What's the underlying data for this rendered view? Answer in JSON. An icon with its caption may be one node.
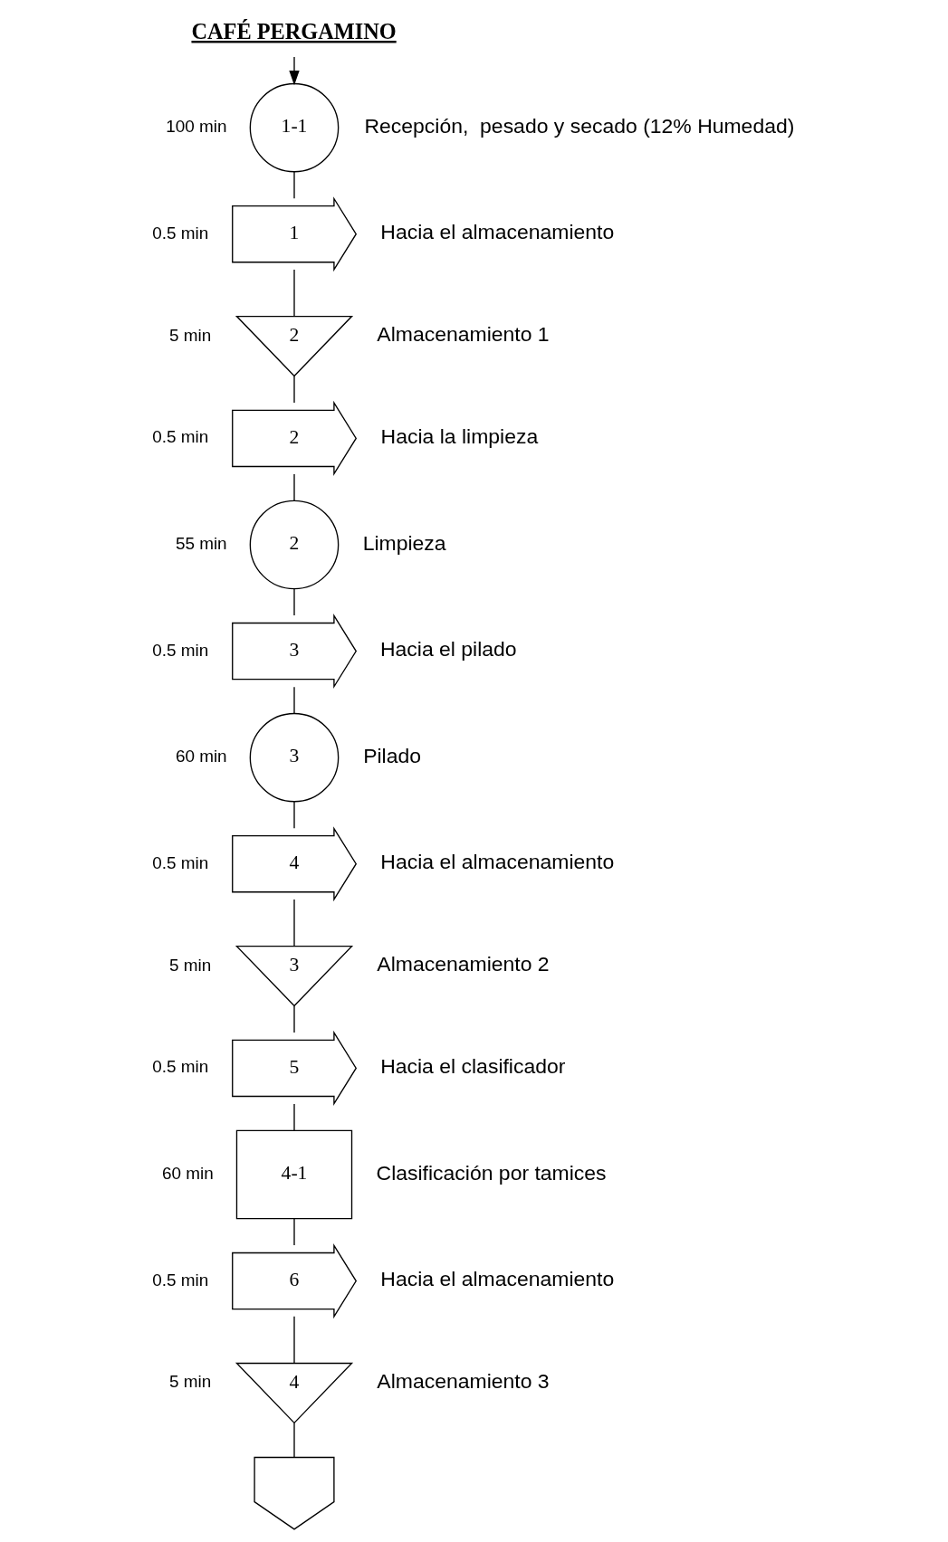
{
  "diagram": {
    "nodes": [
      {
        "text": [
          "CAFÉ PERGAMINO"
        ]
      },
      {
        "text": [
          "1-1"
        ],
        "beside": [
          "100 min",
          "Recepción,  pesado y secado (12% Humedad)"
        ]
      },
      {
        "text": [
          "1"
        ],
        "beside": [
          "0.5 min",
          "Hacia el almacenamiento"
        ]
      },
      {
        "text": [
          "2"
        ],
        "beside": [
          "5 min",
          "Almacenamiento 1"
        ]
      },
      {
        "text": [
          "2"
        ],
        "beside": [
          "0.5 min",
          "Hacia la limpieza"
        ]
      },
      {
        "text": [
          "2"
        ],
        "beside": [
          "55 min",
          "Limpieza"
        ]
      },
      {
        "text": [
          "3"
        ],
        "beside": [
          "0.5 min",
          "Hacia el pilado"
        ]
      },
      {
        "text": [
          "3"
        ],
        "beside": [
          "60 min",
          "Pilado"
        ]
      },
      {
        "text": [
          "4"
        ],
        "beside": [
          "0.5 min",
          "Hacia el almacenamiento"
        ]
      },
      {
        "text": [
          "3"
        ],
        "beside": [
          "5 min",
          "Almacenamiento 2"
        ]
      },
      {
        "text": [
          "5"
        ],
        "beside": [
          "0.5 min",
          "Hacia el clasificador"
        ]
      },
      {
        "text": [
          "4-1"
        ],
        "beside": [
          "60 min",
          "Clasificación por tamices"
        ]
      },
      {
        "text": [
          "6"
        ],
        "beside": [
          "0.5 min",
          "Hacia el almacenamiento"
        ]
      },
      {
        "text": [
          "4"
        ],
        "beside": [
          "5 min",
          "Almacenamiento 3"
        ]
      },
      {
        "text": [],
        "shape": "pentagon"
      }
    ],
    "edges": [
      {
        "from": 0,
        "to": 1,
        "arrow": "to"
      },
      {
        "from": 1,
        "to": 2,
        "arrow": "none"
      },
      {
        "from": 2,
        "to": 3,
        "arrow": "none"
      },
      {
        "from": 3,
        "to": 4,
        "arrow": "none"
      },
      {
        "from": 4,
        "to": 5,
        "arrow": "none"
      },
      {
        "from": 5,
        "to": 6,
        "arrow": "none"
      },
      {
        "from": 6,
        "to": 7,
        "arrow": "none"
      },
      {
        "from": 7,
        "to": 8,
        "arrow": "none"
      },
      {
        "from": 8,
        "to": 9,
        "arrow": "none"
      },
      {
        "from": 9,
        "to": 10,
        "arrow": "none"
      },
      {
        "from": 10,
        "to": 11,
        "arrow": "none"
      },
      {
        "from": 11,
        "to": 12,
        "arrow": "none"
      },
      {
        "from": 12,
        "to": 13,
        "arrow": "none"
      },
      {
        "from": 13,
        "to": 14,
        "arrow": "none"
      }
    ]
  }
}
